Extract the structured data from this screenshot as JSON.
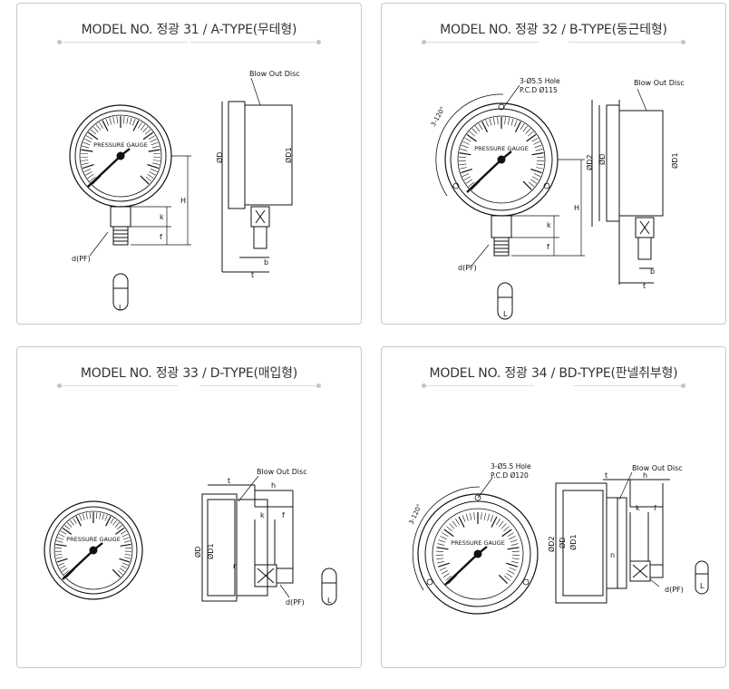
{
  "cards": [
    {
      "title": "MODEL NO. 정광 31 / A-TYPE(무테형)",
      "gauge_label": "PRESSURE GAUGE",
      "labels": {
        "blow_out": "Blow Out Disc",
        "d_pf": "d(PF)",
        "phi_d": "ØD",
        "phi_d1": "ØD1",
        "H": "H",
        "k": "k",
        "f": "f",
        "b": "b",
        "t": "t",
        "L": "L"
      }
    },
    {
      "title": "MODEL NO. 정광 32 / B-TYPE(둥근테형)",
      "gauge_label": "PRESSURE GAUGE",
      "labels": {
        "hole": "3-Ø5.5 Hole",
        "pcd": "P.C.D Ø115",
        "angle": "3-120°",
        "blow_out": "Blow Out Disc",
        "d_pf": "d(PF)",
        "phi_d2": "ØD2",
        "phi_d": "ØD",
        "phi_d1": "ØD1",
        "H": "H",
        "k": "k",
        "f": "f",
        "b": "b",
        "t": "t",
        "L": "L"
      }
    },
    {
      "title": "MODEL NO. 정광 33 / D-TYPE(매입형)",
      "gauge_label": "PRESSURE GAUGE",
      "labels": {
        "blow_out": "Blow Out Disc",
        "t": "t",
        "h": "h",
        "k": "k",
        "f": "f",
        "phi_d": "ØD",
        "phi_d1": "ØD1",
        "n": "n",
        "d_pf": "d(PF)",
        "L": "L"
      }
    },
    {
      "title": "MODEL NO. 정광 34 / BD-TYPE(판넬취부형)",
      "gauge_label": "PRESSURE GAUGE",
      "labels": {
        "hole": "3-Ø5.5 Hole",
        "pcd": "P.C.D Ø120",
        "angle": "3-120°",
        "blow_out": "Blow Out Disc",
        "t": "t",
        "h": "h",
        "k": "k",
        "f": "f",
        "phi_d2": "ØD2",
        "phi_d": "ØD",
        "phi_d1": "ØD1",
        "n": "n",
        "d_pf": "d(PF)",
        "L": "L"
      }
    }
  ]
}
